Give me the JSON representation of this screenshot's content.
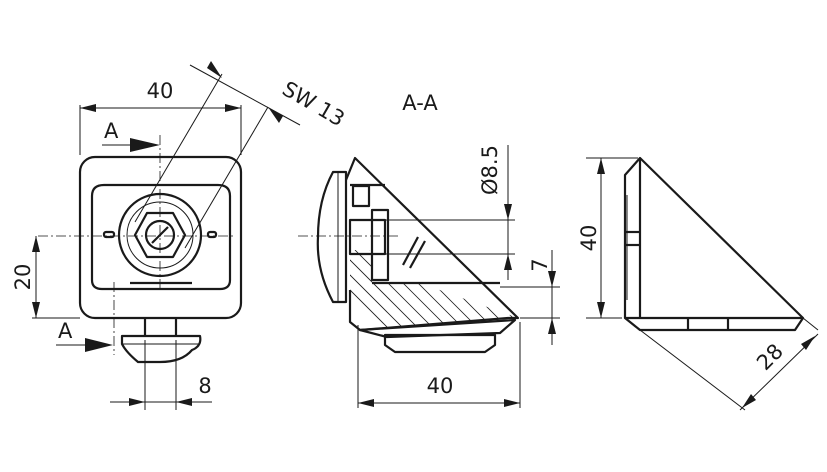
{
  "front_view": {
    "width_dim": "40",
    "wrench_size": "SW 13",
    "height_dim": "20",
    "stem_dim": "8",
    "section_marker_top": "A",
    "section_marker_bottom": "A"
  },
  "section_view": {
    "title": "A-A",
    "hole_dim": "Ø8.5",
    "offset_dim": "7",
    "width_dim": "40"
  },
  "side_view": {
    "height_dim": "40",
    "depth_dim": "28"
  }
}
